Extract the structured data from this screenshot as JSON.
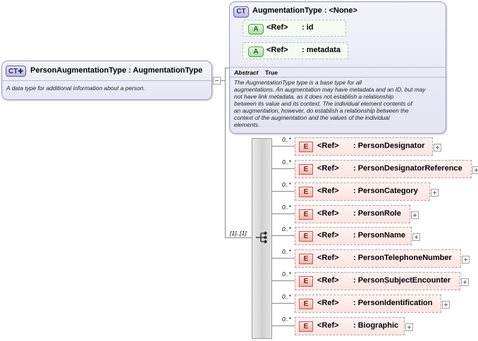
{
  "main_type": {
    "badge": "CT",
    "title": "PersonAugmentationType : AugmentationType",
    "documentation": "A data type for additional information about a person."
  },
  "base_type": {
    "badge": "CT",
    "title": "AugmentationType : <None>",
    "attributes": [
      {
        "badge": "A",
        "ref": "<Ref>",
        "name": ": id"
      },
      {
        "badge": "A",
        "ref": "<Ref>",
        "name": ": metadata"
      }
    ],
    "abstract_label": "Abstract",
    "abstract_value": "True",
    "documentation_lines": [
      "The AugmentationType type is a base type for all",
      "augmentations. An augmentation may have metadata and an ID, but may",
      "not have link metadata, as it does not establish a relationship",
      "between its value and its context. The individual element contents of",
      "an augmentation, however, do establish a relationship between the",
      "context of the augmentation and the values of the individual",
      "elements."
    ]
  },
  "sequence": {
    "cardinality": "[1]..[1]",
    "elements": [
      {
        "cardinality": "0..*",
        "badge": "E",
        "ref": "<Ref>",
        "name": ": PersonDesignator"
      },
      {
        "cardinality": "0..*",
        "badge": "E",
        "ref": "<Ref>",
        "name": ": PersonDesignatorReference"
      },
      {
        "cardinality": "0..*",
        "badge": "E",
        "ref": "<Ref>",
        "name": ": PersonCategory"
      },
      {
        "cardinality": "0..*",
        "badge": "E",
        "ref": "<Ref>",
        "name": ": PersonRole"
      },
      {
        "cardinality": "0..*",
        "badge": "E",
        "ref": "<Ref>",
        "name": ": PersonName"
      },
      {
        "cardinality": "0..*",
        "badge": "E",
        "ref": "<Ref>",
        "name": ": PersonTelephoneNumber"
      },
      {
        "cardinality": "0..*",
        "badge": "E",
        "ref": "<Ref>",
        "name": ": PersonSubjectEncounter"
      },
      {
        "cardinality": "0..*",
        "badge": "E",
        "ref": "<Ref>",
        "name": ": PersonIdentification"
      },
      {
        "cardinality": "0..*",
        "badge": "E",
        "ref": "<Ref>",
        "name": ": Biographic"
      }
    ]
  },
  "colors": {
    "complex_type_fill": "#e6e6f3",
    "attribute_fill": "#f4fbf2",
    "element_fill": "#fbe4e0",
    "connector": "#888888"
  }
}
